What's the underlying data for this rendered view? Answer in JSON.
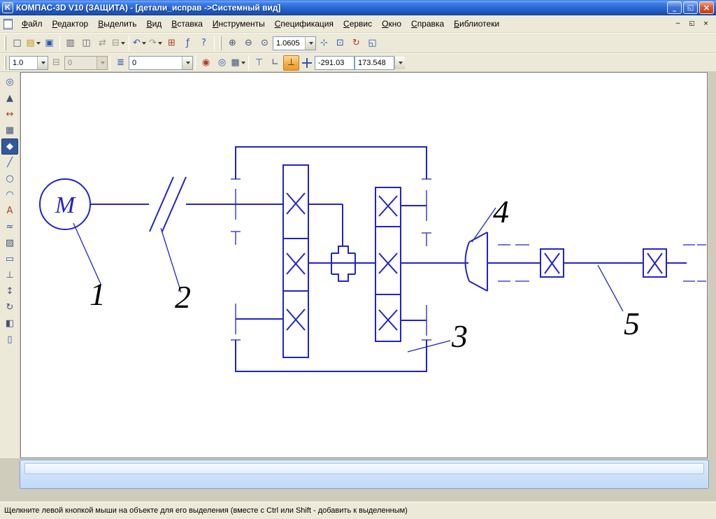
{
  "window": {
    "icon_letter": "K",
    "title": "КОМПАС-3D V10 (ЗАЩИТА) - [детали_исправ ->Системный вид]",
    "controls": [
      {
        "name": "minimize-button",
        "glyph": "_"
      },
      {
        "name": "restore-button",
        "glyph": "◱"
      },
      {
        "name": "close-button",
        "glyph": "×"
      }
    ]
  },
  "menu": {
    "items": [
      "Файл",
      "Редактор",
      "Выделить",
      "Вид",
      "Вставка",
      "Инструменты",
      "Спецификация",
      "Сервис",
      "Окно",
      "Справка",
      "Библиотеки"
    ],
    "mdi_controls": [
      {
        "name": "mdi-minimize-button",
        "glyph": "−"
      },
      {
        "name": "mdi-restore-button",
        "glyph": "◱"
      },
      {
        "name": "mdi-close-button",
        "glyph": "×"
      }
    ]
  },
  "toolbar_main": {
    "file_group": [
      {
        "name": "new-document-button",
        "glyph": "□",
        "color": "#44517c"
      },
      {
        "name": "open-document-button",
        "glyph": "▤",
        "color": "#c79122",
        "drop": true
      },
      {
        "name": "save-button",
        "glyph": "▣",
        "color": "#2d55b8"
      }
    ],
    "print_group": [
      {
        "name": "print-button",
        "glyph": "▥",
        "color": "#5a5a6e"
      },
      {
        "name": "print-preview-button",
        "glyph": "◫",
        "color": "#5a5a6e"
      },
      {
        "name": "convert-button",
        "glyph": "⇄",
        "color": "#9a968a"
      },
      {
        "name": "document-properties-button",
        "glyph": "⊟",
        "color": "#9a968a",
        "drop": true
      }
    ],
    "edit_group": [
      {
        "name": "undo-button",
        "glyph": "↶",
        "color": "#2d55b8",
        "drop": true
      },
      {
        "name": "redo-button",
        "glyph": "↷",
        "color": "#9a968a",
        "drop": true
      },
      {
        "name": "library-manager-button",
        "glyph": "⊞",
        "color": "#b33a2a"
      },
      {
        "name": "variables-button",
        "glyph": "ƒ",
        "color": "#2d55b8"
      },
      {
        "name": "context-help-button",
        "glyph": "?",
        "color": "#2d55b8"
      }
    ],
    "zoom_group": [
      {
        "name": "zoom-in-button",
        "glyph": "⊕",
        "color": "#44517c"
      },
      {
        "name": "zoom-out-button",
        "glyph": "⊖",
        "color": "#44517c"
      },
      {
        "name": "zoom-selected-button",
        "glyph": "⊙",
        "color": "#44517c"
      }
    ],
    "zoom_value": "1.0605",
    "view_group": [
      {
        "name": "pan-button",
        "glyph": "⊹",
        "color": "#2d55b8"
      },
      {
        "name": "zoom-area-button",
        "glyph": "⊡",
        "color": "#2d55b8"
      },
      {
        "name": "refresh-button",
        "glyph": "↻",
        "color": "#b33a2a"
      },
      {
        "name": "show-all-button",
        "glyph": "◱",
        "color": "#2d55b8"
      }
    ]
  },
  "toolbar_current": {
    "cursor_step": "1.0",
    "buttons_a": [
      {
        "name": "copy-properties-button",
        "glyph": "⊟",
        "color": "#9a968a"
      }
    ],
    "spinner_value": "0",
    "buttons_b": [
      {
        "name": "layers-button",
        "glyph": "≣",
        "color": "#2d55b8"
      }
    ],
    "layer_value": "0",
    "buttons_c": [
      {
        "name": "global-snaps-button",
        "glyph": "◉",
        "color": "#b33a2a"
      },
      {
        "name": "rounding-button",
        "glyph": "◎",
        "color": "#2d55b8"
      },
      {
        "name": "grid-button",
        "glyph": "▦",
        "color": "#44517c",
        "drop": true
      }
    ],
    "buttons_d": [
      {
        "name": "local-csys-button",
        "glyph": "⊤",
        "color": "#2d55b8"
      },
      {
        "name": "angle-snap-button",
        "glyph": "∟",
        "color": "#44517c"
      },
      {
        "name": "ortho-drawing-button",
        "glyph": "⊥",
        "color": "#303030",
        "active": true
      }
    ],
    "coord_x": "-291.03",
    "coord_y": "173.548"
  },
  "left_toolbar": {
    "items": [
      {
        "name": "zoom-tool-button",
        "glyph": "◎",
        "color": "#2d55b8"
      },
      {
        "name": "select-tool-button",
        "glyph": "▲",
        "color": "#44517c"
      },
      {
        "name": "measure-tool-button",
        "glyph": "↔",
        "color": "#b33a2a"
      },
      {
        "name": "grid-tool-button",
        "glyph": "▦",
        "color": "#44517c"
      },
      {
        "name": "geometry-tool-button",
        "glyph": "◆",
        "color": "#ffffff",
        "active": true
      },
      {
        "name": "line-tool-button",
        "glyph": "╱",
        "color": "#2d55b8"
      },
      {
        "name": "circle-tool-button",
        "glyph": "○",
        "color": "#2d55b8"
      },
      {
        "name": "arc-tool-button",
        "glyph": "◠",
        "color": "#2d55b8"
      },
      {
        "name": "text-tool-button",
        "glyph": "А",
        "color": "#b33a2a"
      },
      {
        "name": "spline-tool-button",
        "glyph": "≈",
        "color": "#2d55b8"
      },
      {
        "name": "hatch-tool-button",
        "glyph": "▨",
        "color": "#44517c"
      },
      {
        "name": "rectangle-tool-button",
        "glyph": "▭",
        "color": "#2d55b8"
      },
      {
        "name": "perpendicular-tool-button",
        "glyph": "⊥",
        "color": "#44517c"
      },
      {
        "name": "dimension-tool-button",
        "glyph": "↕",
        "color": "#44517c"
      },
      {
        "name": "rotate-tool-button",
        "glyph": "↻",
        "color": "#44517c"
      },
      {
        "name": "mirror-tool-button",
        "glyph": "◧",
        "color": "#44517c"
      },
      {
        "name": "sheet-tool-button",
        "glyph": "▯",
        "color": "#2d55b8"
      }
    ]
  },
  "canvas": {
    "diagram": {
      "motor_letter": "M",
      "labels": [
        "1",
        "2",
        "3",
        "4",
        "5"
      ],
      "line_color": "#2222cc"
    }
  },
  "status_bar": {
    "text": "Щелкните левой кнопкой мыши на объекте для его выделения (вместе с Ctrl или Shift - добавить к выделенным)"
  }
}
